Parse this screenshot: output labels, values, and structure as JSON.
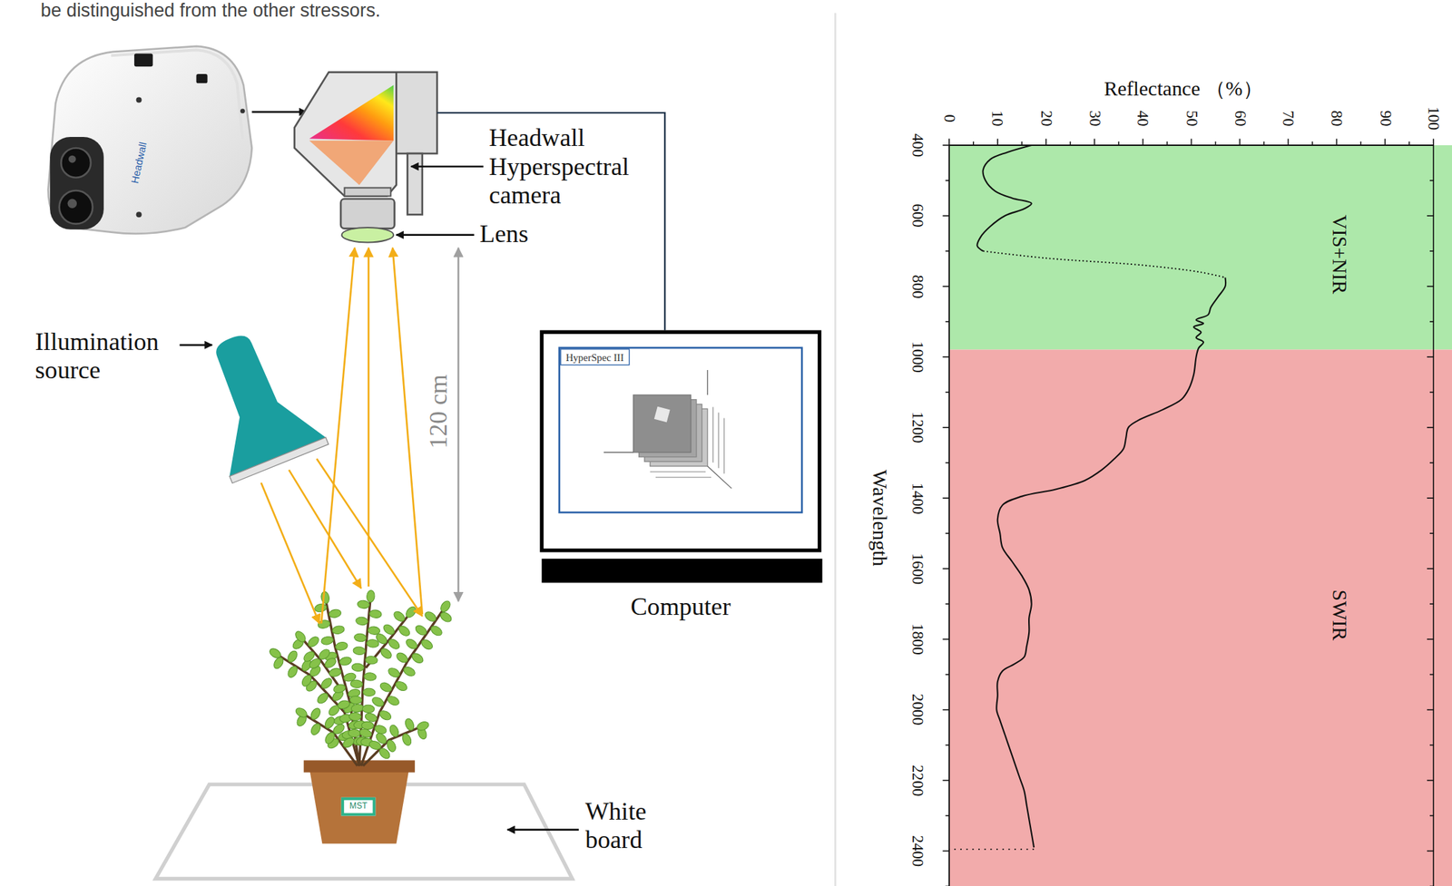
{
  "diagram": {
    "nodes": [
      {
        "text": [
          "Headwall Hyperspectral camera"
        ]
      },
      {
        "text": [
          "Computer"
        ]
      },
      {
        "text": [
          "HyperSpec III"
        ],
        "in": 1
      },
      {
        "text": [
          "MST"
        ]
      },
      {
        "text": [
          "VIS+NIR"
        ]
      },
      {
        "text": [
          "SWIR"
        ]
      }
    ],
    "edges": [
      {
        "from": 0,
        "to": 1,
        "arrow": "none"
      }
    ],
    "labels": [
      "be distinguished from the other stressors.",
      "Headwall",
      "Lens",
      "Illumination source",
      "120 cm",
      "White board",
      "Reflectance （%）",
      "0",
      "10",
      "20",
      "30",
      "40",
      "50",
      "60",
      "70",
      "80",
      "90",
      "100",
      "400",
      "600",
      "800",
      "1000",
      "1200",
      "1400",
      "1600",
      "1800",
      "2000",
      "2200",
      "2400",
      "Wavelength"
    ]
  }
}
